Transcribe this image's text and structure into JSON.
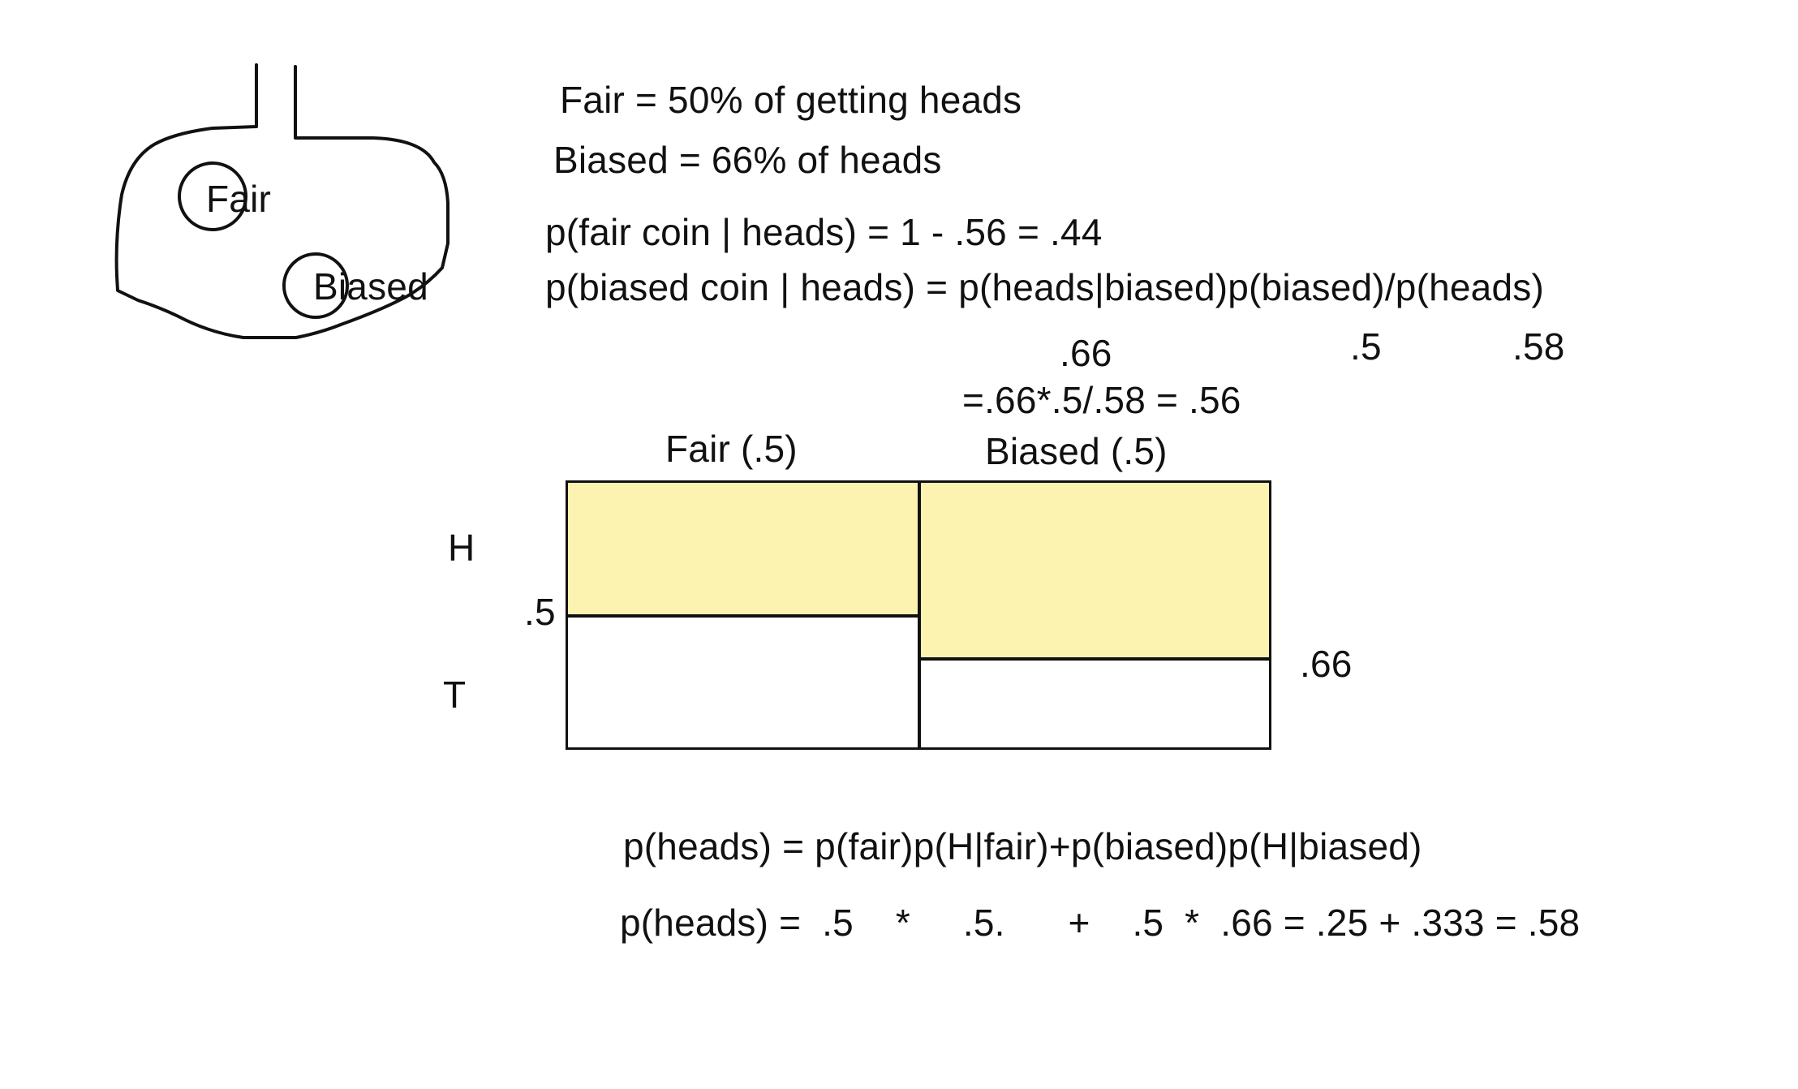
{
  "bag": {
    "fair_label": "Fair",
    "biased_label": "Biased"
  },
  "colors": {
    "heads_fill": "#fdf3b1",
    "tails_fill": "#ffffff",
    "ink": "#111111"
  },
  "definitions": {
    "fair": "Fair = 50% of getting heads",
    "biased": "Biased = 66% of heads"
  },
  "equations": {
    "p_fair_given_heads": "p(fair coin | heads) = 1 - .56 = .44",
    "p_biased_given_heads": "p(biased coin | heads) = p(heads|biased)p(biased)/p(heads)",
    "annot_likelihood": ".66",
    "annot_prior": ".5",
    "annot_evidence": ".58",
    "result": "=.66*.5/.58 = .56"
  },
  "area_diagram": {
    "col_fair_label": "Fair (.5)",
    "col_biased_label": "Biased (.5)",
    "row_heads_label": "H",
    "row_tails_label": "T",
    "fair_split_label": ".5",
    "biased_split_label": ".66",
    "fair_column_share": 0.5,
    "biased_column_share": 0.5,
    "fair_heads_prob": 0.5,
    "biased_heads_prob": 0.66
  },
  "total_probability": {
    "formula": "p(heads) = p(fair)p(H|fair)+p(biased)p(H|biased)",
    "computation": "p(heads) =  .5    *     .5.      +    .5  *  .66 = .25 + .333 = .58"
  }
}
